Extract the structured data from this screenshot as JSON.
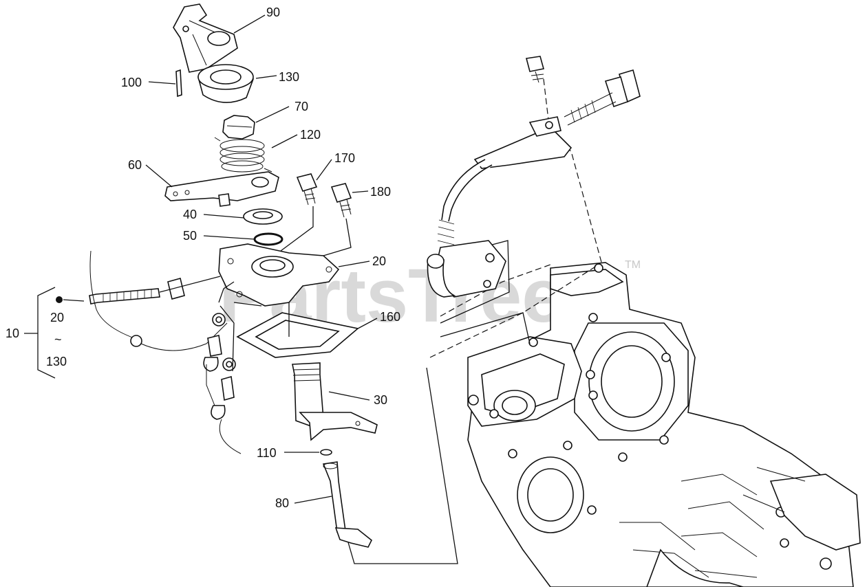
{
  "watermark": {
    "text": "PartsTree",
    "trademark": "TM"
  },
  "callouts": {
    "c90": "90",
    "c100": "100",
    "c130": "130",
    "c70": "70",
    "c120": "120",
    "c60": "60",
    "c170": "170",
    "c180": "180",
    "c40": "40",
    "c50": "50",
    "c20": "20",
    "c160": "160",
    "c30": "30",
    "c110": "110",
    "c80": "80"
  },
  "assembly_group": {
    "number": "10",
    "from": "20",
    "range_symbol": "~",
    "to": "130"
  }
}
